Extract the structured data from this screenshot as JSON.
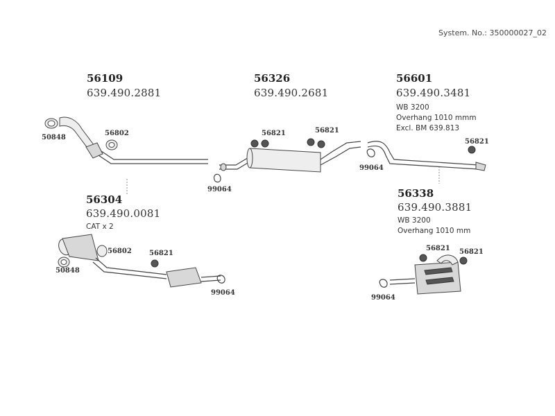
{
  "system_number": "System. No.: 350000027_02",
  "groups": {
    "front_pipe": {
      "part": "56109",
      "oem": "639.490.2881"
    },
    "center_muffler": {
      "part": "56326",
      "oem": "639.490.2681"
    },
    "rear_muffler": {
      "part": "56601",
      "oem": "639.490.3481",
      "notes": [
        "WB 3200",
        "Overhang 1010 mmm",
        "Excl. BM 639.813"
      ]
    },
    "cat_pipe": {
      "part": "56304",
      "oem": "639.490.0081",
      "notes": [
        "CAT x 2"
      ]
    },
    "rear_muffler_alt": {
      "part": "56338",
      "oem": "639.490.3881",
      "notes": [
        "WB 3200",
        "Overhang 1010 mm"
      ]
    }
  },
  "components": {
    "gasket_50848": "50848",
    "gasket_56802": "56802",
    "ring_56821": "56821",
    "clamp_99064": "99064"
  }
}
